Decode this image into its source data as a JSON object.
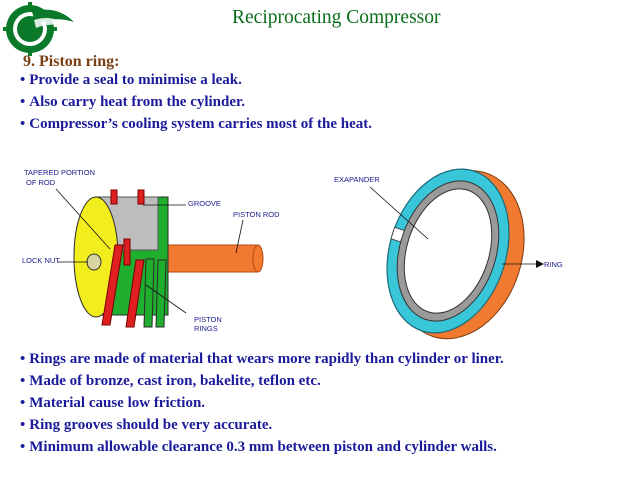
{
  "slide": {
    "title": "Reciprocating Compressor",
    "heading": "9. Piston ring:",
    "bullets_top": [
      "Provide a seal to minimise a leak.",
      "Also carry heat from the cylinder.",
      "Compressor’s cooling system carries most of the heat."
    ],
    "bullets_bottom": [
      "Rings are made of material that wears more rapidly than cylinder or liner.",
      "Made of bronze, cast iron, bakelite, teflon etc.",
      "Material cause low friction.",
      "Ring grooves should be very accurate.",
      "Minimum allowable clearance 0.3 mm between piston and cylinder walls."
    ]
  },
  "diagram_left": {
    "labels": {
      "tapered_1": "TAPERED PORTION",
      "tapered_2": "OF ROD",
      "groove": "GROOVE",
      "piston_rod": "PISTON ROD",
      "lock_nut": "LOCK NUT",
      "piston_1": "PISTON",
      "piston_2": "RINGS"
    }
  },
  "diagram_right": {
    "labels": {
      "expander": "EXAPANDER",
      "ring": "RING"
    }
  },
  "colors": {
    "title": "#0a6e1a",
    "heading": "#7b3f16",
    "bullets": "#1a1a9a",
    "logo_green": "#0a7a2a",
    "piston_yellow": "#f2ee1e",
    "piston_green": "#1fae2e",
    "rod_orange": "#f27a30",
    "ring_red": "#e02020",
    "expander_cyan": "#39c6d8"
  },
  "icons": {
    "logo": "institution-logo-icon"
  }
}
